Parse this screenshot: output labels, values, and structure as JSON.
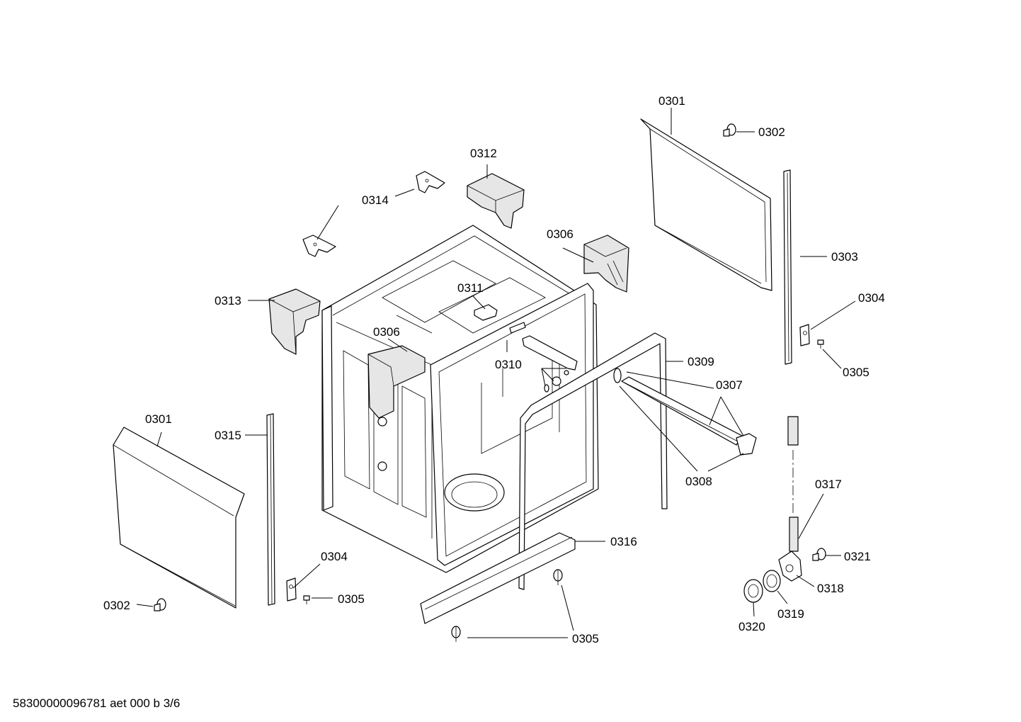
{
  "labels": {
    "p0301_top": "0301",
    "p0302_top": "0302",
    "p0303": "0303",
    "p0304_right": "0304",
    "p0305_right": "0305",
    "p0306_top": "0306",
    "p0306_mid": "0306",
    "p0307": "0307",
    "p0308": "0308",
    "p0309": "0309",
    "p0310": "0310",
    "p0311": "0311",
    "p0312": "0312",
    "p0313": "0313",
    "p0314": "0314",
    "p0315": "0315",
    "p0316": "0316",
    "p0317": "0317",
    "p0318": "0318",
    "p0319": "0319",
    "p0320": "0320",
    "p0321": "0321",
    "p0301_left": "0301",
    "p0302_left": "0302",
    "p0304_bottom": "0304",
    "p0305_bottom": "0305",
    "p0305_center": "0305"
  },
  "footer": {
    "code": "58300000096781 aet 000 b 3/6"
  }
}
